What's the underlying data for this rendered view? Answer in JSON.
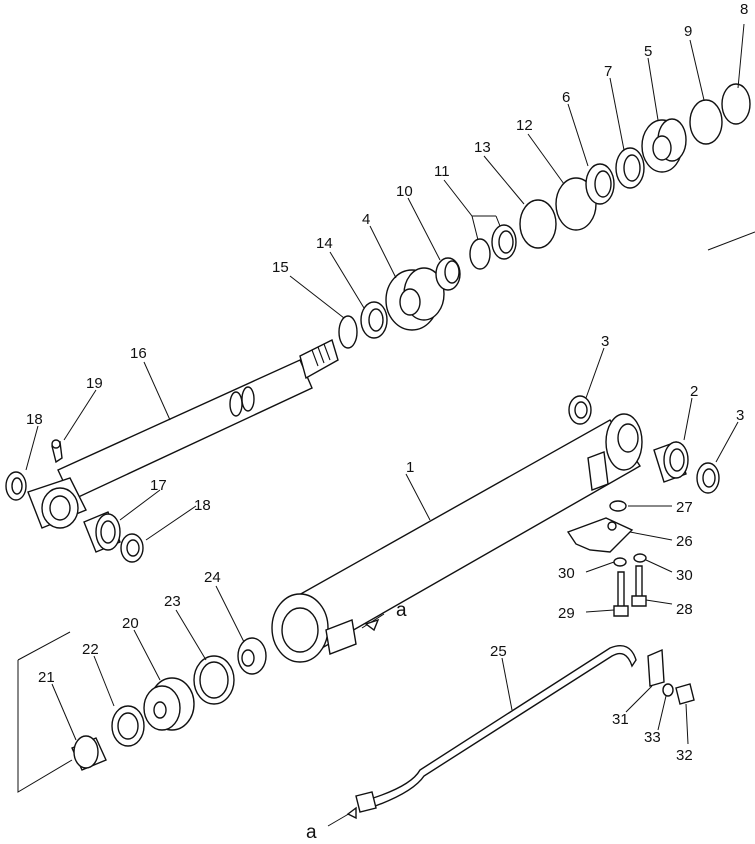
{
  "labels": {
    "p1": "1",
    "p2": "2",
    "p3a": "3",
    "p3b": "3",
    "p4": "4",
    "p5": "5",
    "p6": "6",
    "p7": "7",
    "p8": "8",
    "p9": "9",
    "p10": "10",
    "p11": "11",
    "p12": "12",
    "p13": "13",
    "p14": "14",
    "p15": "15",
    "p16": "16",
    "p17": "17",
    "p18a": "18",
    "p18b": "18",
    "p19": "19",
    "p20": "20",
    "p21": "21",
    "p22": "22",
    "p23": "23",
    "p24": "24",
    "p25": "25",
    "p26": "26",
    "p27": "27",
    "p28": "28",
    "p29": "29",
    "p30a": "30",
    "p30b": "30",
    "p31": "31",
    "p32": "32",
    "p33": "33"
  },
  "connector": {
    "a_top": "a",
    "a_bottom": "a"
  }
}
